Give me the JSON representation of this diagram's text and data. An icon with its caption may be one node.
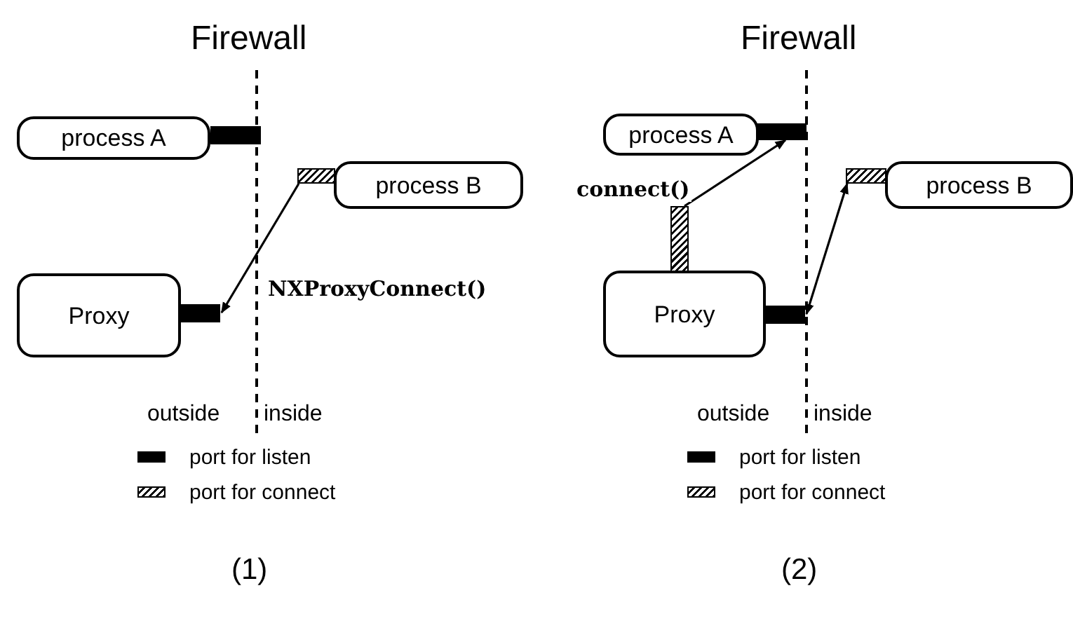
{
  "diagram": {
    "nodes": [
      {
        "text": [
          "process A"
        ]
      },
      {
        "text": [],
        "shape": "bar"
      },
      {
        "text": [
          "process B"
        ]
      },
      {
        "text": [],
        "shape": "bar"
      },
      {
        "text": [
          "Proxy"
        ]
      },
      {
        "text": [],
        "shape": "bar"
      },
      {
        "text": [
          "process A"
        ]
      },
      {
        "text": [],
        "shape": "bar"
      },
      {
        "text": [
          "process B"
        ]
      },
      {
        "text": [],
        "shape": "bar"
      },
      {
        "text": [
          "Proxy"
        ]
      },
      {
        "text": [],
        "shape": "bar"
      },
      {
        "text": [],
        "shape": "bar"
      }
    ],
    "edges": [
      {
        "from": 3,
        "to": 5,
        "arrow": "to",
        "label": "NXProxyConnect()"
      },
      {
        "from": 12,
        "to": 7,
        "arrow": "to",
        "label": "connect()"
      },
      {
        "from": 9,
        "to": 11,
        "arrow": "both"
      }
    ],
    "labels": [
      "Firewall",
      "Firewall",
      "outside",
      "inside",
      "outside",
      "inside",
      "(1)",
      "(2)"
    ],
    "legend": [
      {
        "text": "port for listen",
        "color": "#000000"
      },
      {
        "text": "port for connect"
      },
      {
        "text": "port for listen",
        "color": "#000000"
      },
      {
        "text": "port for connect"
      }
    ]
  }
}
